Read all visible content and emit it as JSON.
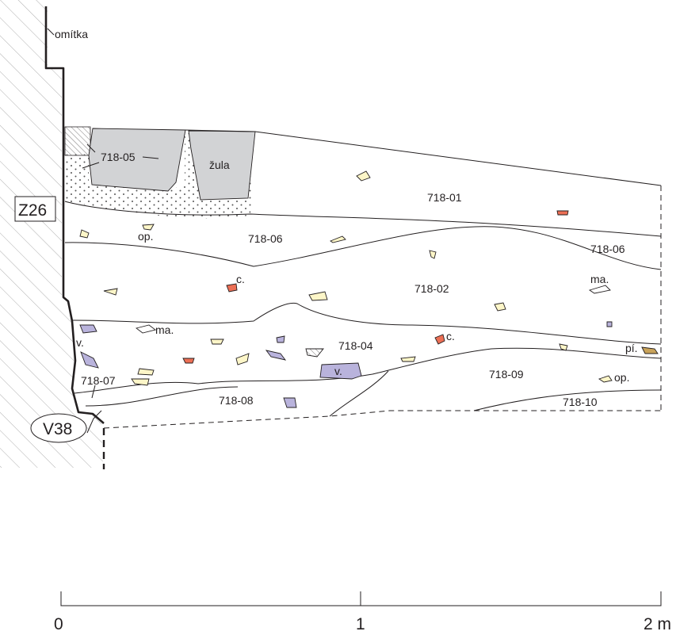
{
  "wall": {
    "label_plaster": "omítka",
    "label_wall": "Z26",
    "label_foundation": "V38"
  },
  "stones": {
    "granite_label": "žula"
  },
  "layers": [
    {
      "id": "718-01"
    },
    {
      "id": "718-02"
    },
    {
      "id": "718-04"
    },
    {
      "id": "718-05"
    },
    {
      "id": "718-06",
      "occurrences": 2
    },
    {
      "id": "718-07"
    },
    {
      "id": "718-08"
    },
    {
      "id": "718-09"
    },
    {
      "id": "718-10"
    }
  ],
  "labels": {
    "l_01": "718-01",
    "l_02": "718-02",
    "l_04": "718-04",
    "l_05": "718-05",
    "l_06a": "718-06",
    "l_06b": "718-06",
    "l_07": "718-07",
    "l_08": "718-08",
    "l_09": "718-09",
    "l_10": "718-10"
  },
  "inclusions": {
    "op_1": "op.",
    "op_2": "op.",
    "c_1": "c.",
    "c_2": "c.",
    "ma_1": "ma.",
    "ma_2": "ma.",
    "v_1": "v.",
    "v_2": "v.",
    "pi_1": "pí."
  },
  "colors": {
    "sandstone_op": "#fdf6c8",
    "brick_c": "#ec6f55",
    "stone_v": "#b9b3dc",
    "stone_pi": "#c9a35a",
    "granite": "#d2d3d5",
    "ink": "#231f20"
  },
  "scale": {
    "ticks": [
      "0",
      "1",
      "2 m"
    ]
  }
}
